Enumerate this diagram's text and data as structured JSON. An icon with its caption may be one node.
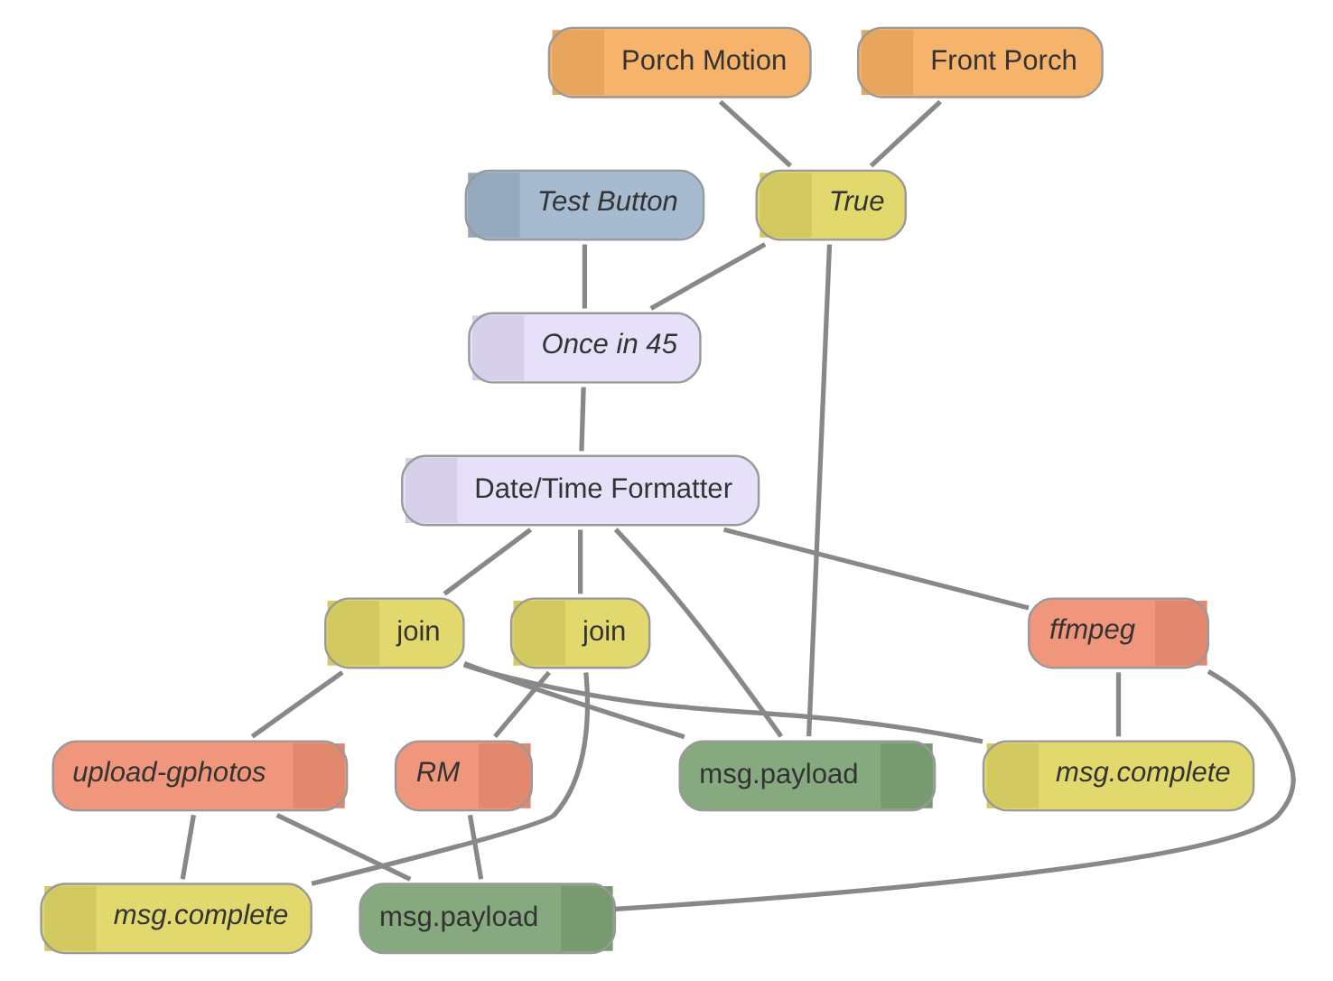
{
  "diagram": {
    "nodes": [
      {
        "text": [
          "Porch Motion"
        ]
      },
      {
        "text": [
          "Front Porch"
        ]
      },
      {
        "text": [
          "Test Button"
        ]
      },
      {
        "text": [
          "True"
        ]
      },
      {
        "text": [
          "Once in 45"
        ]
      },
      {
        "text": [
          "Date/Time Formatter"
        ]
      },
      {
        "text": [
          "ffmpeg"
        ]
      },
      {
        "text": [
          "msg.complete"
        ]
      },
      {
        "text": [
          "join"
        ]
      },
      {
        "text": [
          "upload-gphotos"
        ]
      },
      {
        "text": [
          "msg.complete"
        ]
      },
      {
        "text": [
          "join"
        ]
      },
      {
        "text": [
          "RM"
        ]
      },
      {
        "text": [
          "msg.payload"
        ]
      },
      {
        "text": [
          "msg.payload"
        ]
      }
    ],
    "edges": [
      {
        "from": 0,
        "to": 3,
        "arrow": "none"
      },
      {
        "from": 1,
        "to": 3,
        "arrow": "none"
      },
      {
        "from": 2,
        "to": 4,
        "arrow": "none"
      },
      {
        "from": 3,
        "to": 4,
        "arrow": "none"
      },
      {
        "from": 3,
        "to": 13,
        "arrow": "none"
      },
      {
        "from": 4,
        "to": 5,
        "arrow": "none"
      },
      {
        "from": 5,
        "to": 6,
        "arrow": "none"
      },
      {
        "from": 5,
        "to": 8,
        "arrow": "none"
      },
      {
        "from": 5,
        "to": 11,
        "arrow": "none"
      },
      {
        "from": 5,
        "to": 13,
        "arrow": "none"
      },
      {
        "from": 6,
        "to": 14,
        "arrow": "none"
      },
      {
        "from": 6,
        "to": 7,
        "arrow": "none"
      },
      {
        "from": 7,
        "to": 8,
        "arrow": "none"
      },
      {
        "from": 8,
        "to": 9,
        "arrow": "none"
      },
      {
        "from": 8,
        "to": 13,
        "arrow": "none"
      },
      {
        "from": 9,
        "to": 14,
        "arrow": "none"
      },
      {
        "from": 9,
        "to": 10,
        "arrow": "none"
      },
      {
        "from": 10,
        "to": 11,
        "arrow": "none"
      },
      {
        "from": 11,
        "to": 12,
        "arrow": "none"
      },
      {
        "from": 12,
        "to": 14,
        "arrow": "none"
      }
    ]
  }
}
